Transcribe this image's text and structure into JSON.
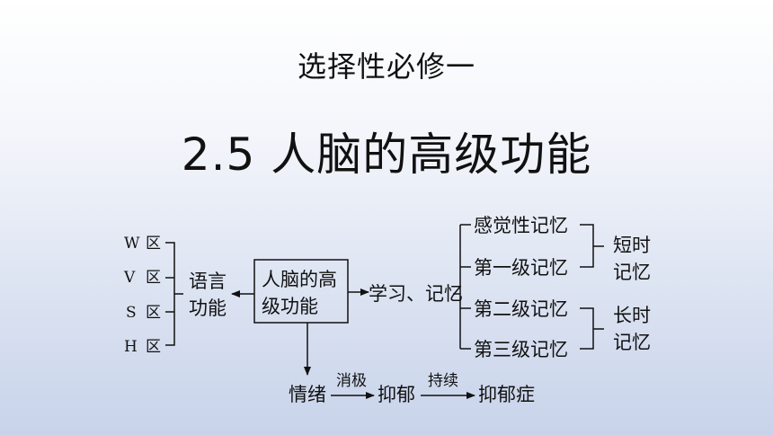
{
  "header": {
    "subtitle": "选择性必修一",
    "title": "2.5 人脑的高级功能"
  },
  "diagram": {
    "center_line1": "人脑的高",
    "center_line2": "级功能",
    "areas": [
      {
        "letter": "W",
        "suffix": "区"
      },
      {
        "letter": "V",
        "suffix": "区"
      },
      {
        "letter": "S",
        "suffix": "区"
      },
      {
        "letter": "H",
        "suffix": "区"
      }
    ],
    "language_line1": "语言",
    "language_line2": "功能",
    "learning_memory": "学习、记忆",
    "memory_types": [
      "感觉性记忆",
      "第一级记忆",
      "第二级记忆",
      "第三级记忆"
    ],
    "short_term_line1": "短时",
    "short_term_line2": "记忆",
    "long_term_line1": "长时",
    "long_term_line2": "记忆",
    "emotion": "情绪",
    "arrow1_label": "消极",
    "depression": "抑郁",
    "arrow2_label": "持续",
    "depressive_disorder": "抑郁症"
  }
}
